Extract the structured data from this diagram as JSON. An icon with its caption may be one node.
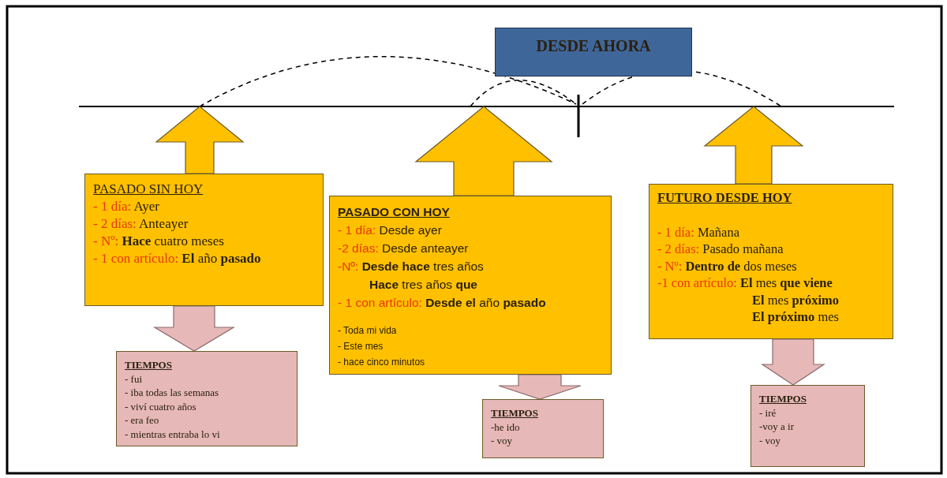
{
  "diagram": {
    "nodes": [
      {
        "text": [
          "DESDE AHORA"
        ]
      },
      {
        "text": [
          "PASADO SIN HOY",
          "- 1 día: Ayer",
          "- 2 días: Anteayer",
          "- Nº: **Hace** cuatro meses",
          "- 1 con artículo: **El** año **pasado**"
        ]
      },
      {
        "text": [
          "PASADO CON HOY",
          "- 1 día: Desde ayer",
          "-2 días: Desde anteayer",
          "-Nº: **Desde hace** tres años",
          "**Hace** tres años **que**",
          "- 1 con artículo: **Desde el** año **pasado**",
          "- Toda mi vida",
          "- Este mes",
          "- hace cinco minutos"
        ]
      },
      {
        "text": [
          "FUTURO DESDE HOY",
          "- 1 día: Mañana",
          "- 2 días: Pasado mañana",
          "- Nº: **Dentro de** dos meses",
          "-1 con artículo: **El** mes **que viene**",
          "**El** mes **próximo**",
          "**El próximo** mes"
        ]
      },
      {
        "text": [
          "TIEMPOS",
          "- fui",
          "- iba todas las semanas",
          "- viví cuatro años",
          "- era feo",
          "- mientras entraba lo vi"
        ]
      },
      {
        "text": [
          "TIEMPOS",
          "-he ido",
          "- voy"
        ]
      },
      {
        "text": [
          "TIEMPOS",
          "- iré",
          "-voy a ir",
          "- voy"
        ]
      }
    ],
    "edges": [
      {
        "from": 1,
        "to": null,
        "arrow": "to"
      },
      {
        "from": 2,
        "to": null,
        "arrow": "to"
      },
      {
        "from": 3,
        "to": null,
        "arrow": "to"
      },
      {
        "from": 1,
        "to": 4,
        "arrow": "to",
        "color": "#e6b8b7"
      },
      {
        "from": 2,
        "to": 5,
        "arrow": "to",
        "color": "#e6b8b7"
      },
      {
        "from": 3,
        "to": 6,
        "arrow": "to",
        "color": "#e6b8b7"
      }
    ]
  }
}
